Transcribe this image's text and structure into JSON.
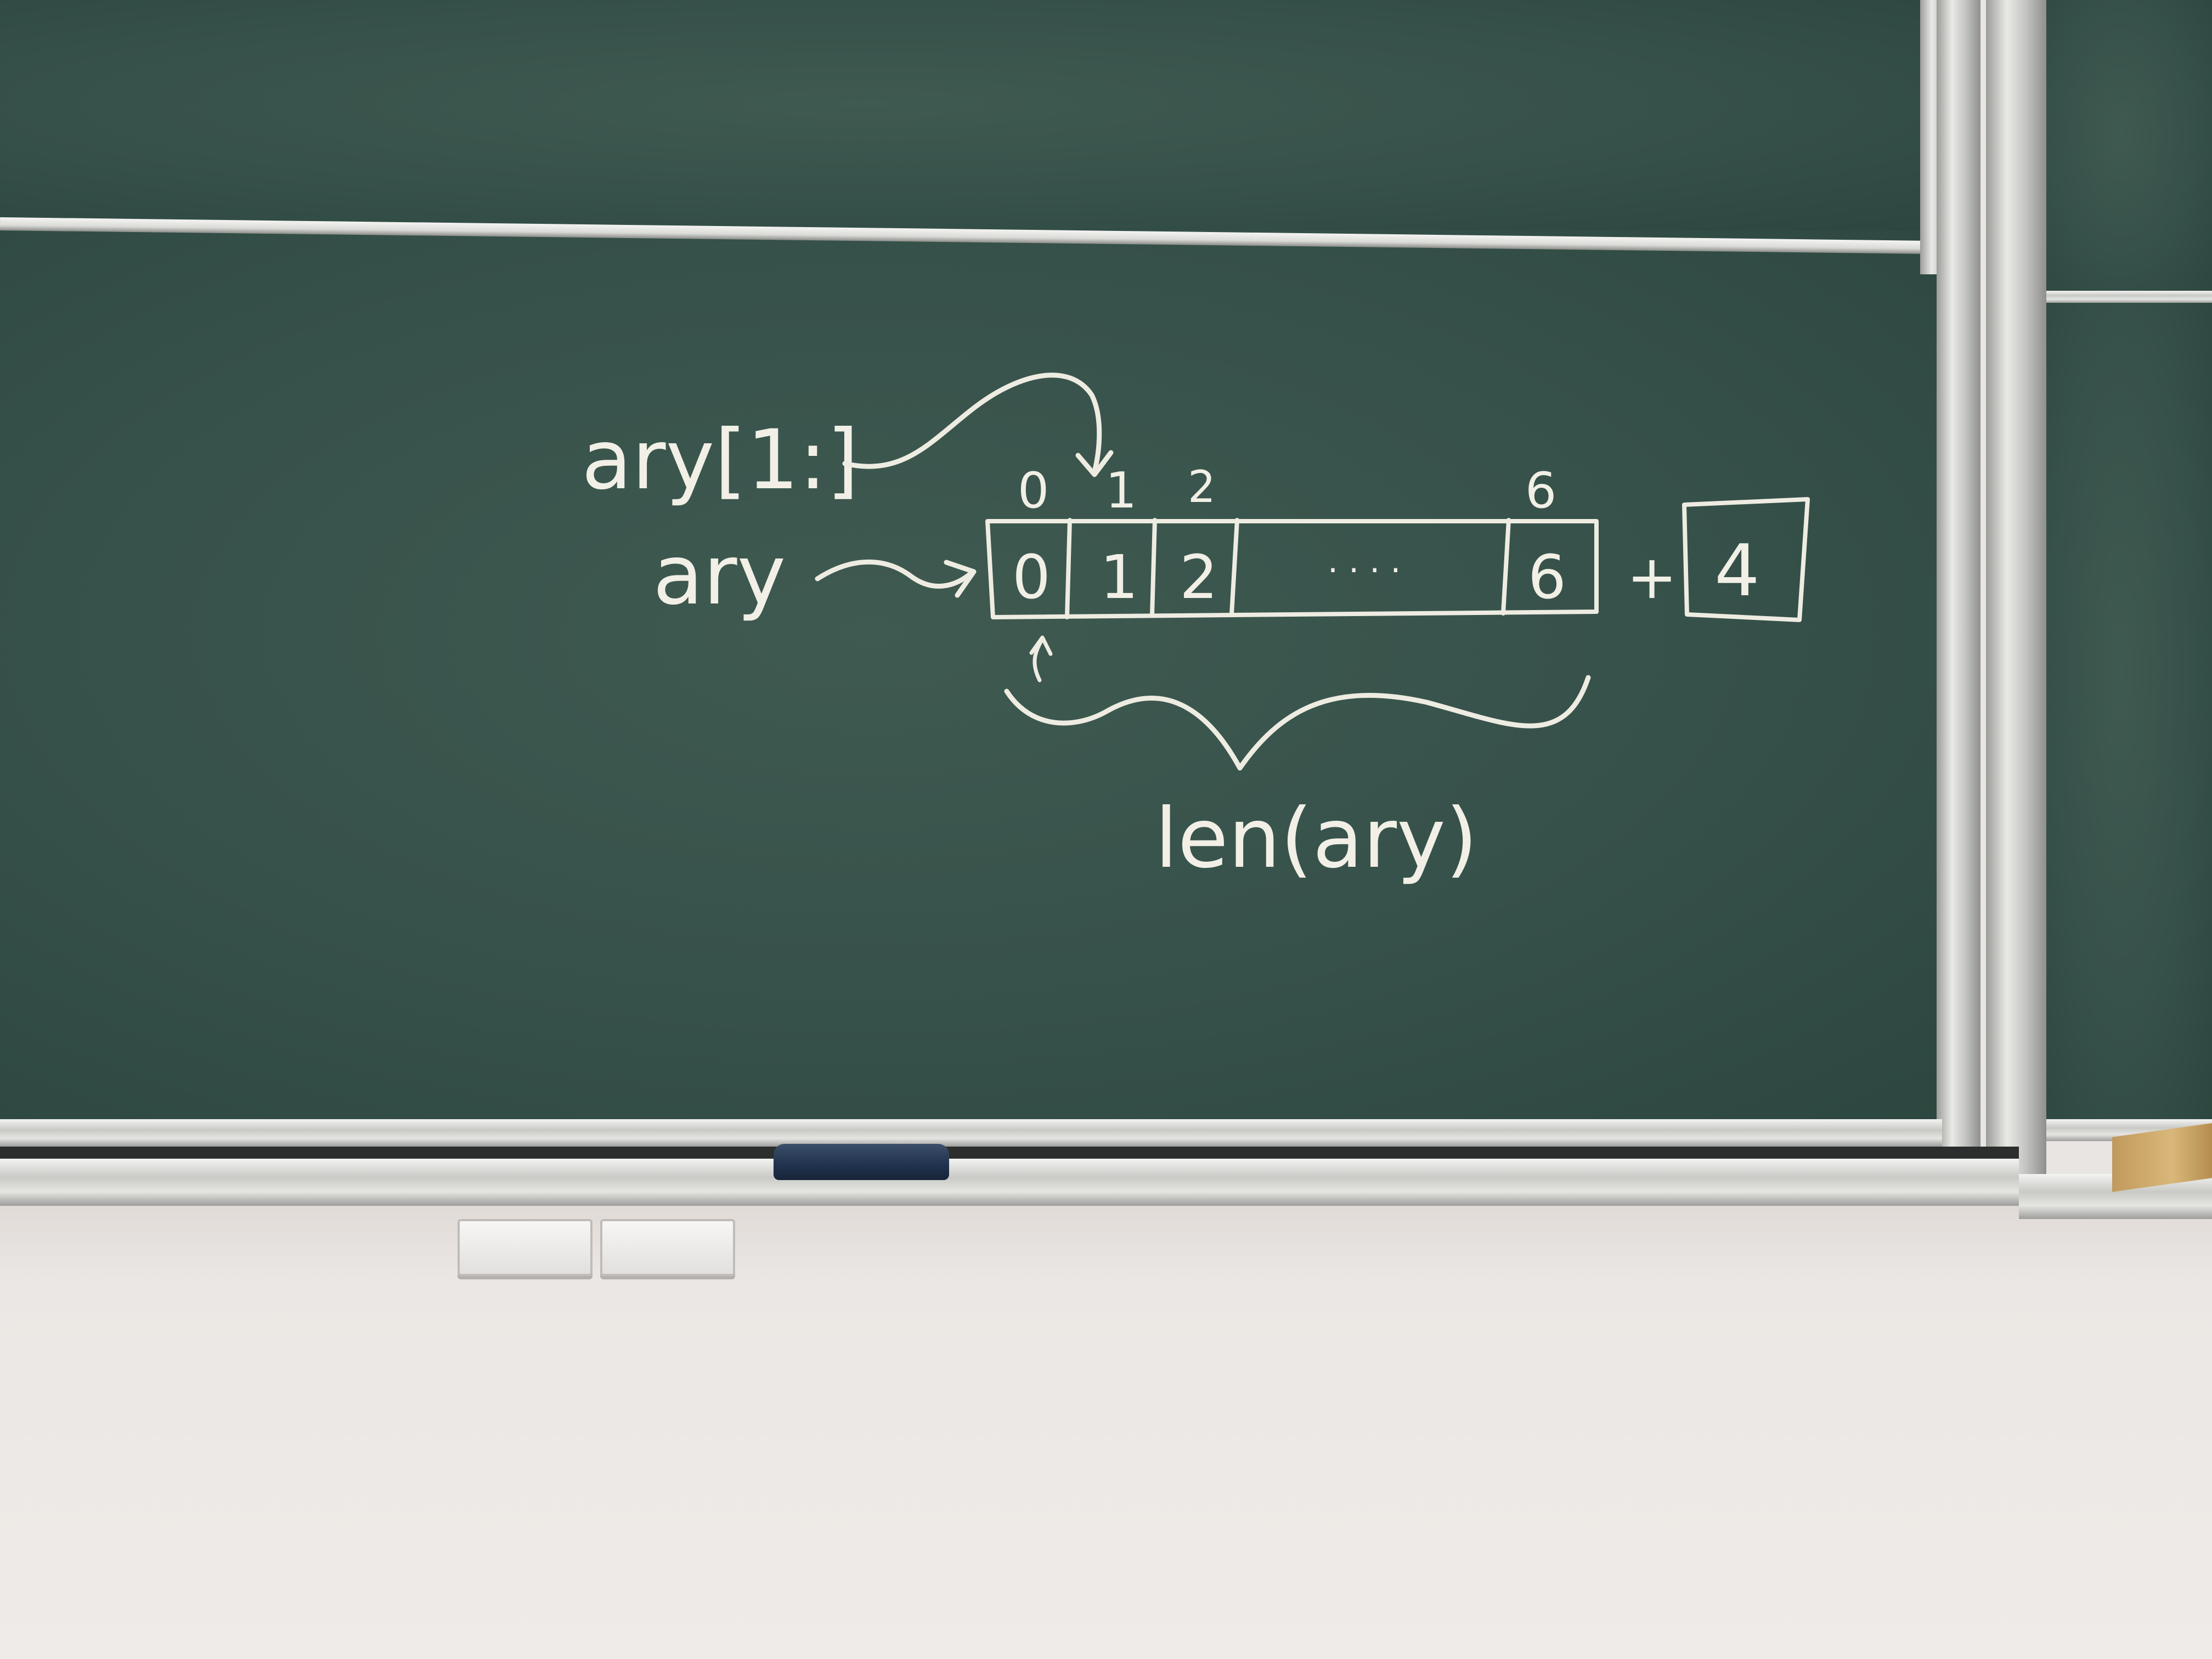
{
  "chalkboard": {
    "labels": {
      "slice_expression": "ary[1:]",
      "variable_name": "ary",
      "length_expression": "len(ary)",
      "plus_sign": "+",
      "ellipsis": "· · · ·"
    },
    "index_labels": [
      "0",
      "1",
      "2",
      "6"
    ],
    "array_cells": [
      "0",
      "1",
      "2",
      "6"
    ],
    "appended_value": "4"
  },
  "colors": {
    "board_green": "#36514a",
    "chalk_white": "#eeece2",
    "wall": "#ebe7e4",
    "aluminum_rail": "#c9c9c6",
    "eraser_blue": "#22344f"
  }
}
